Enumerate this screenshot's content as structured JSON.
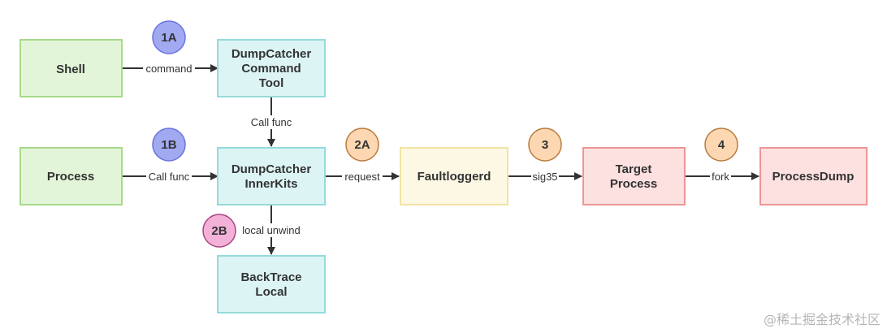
{
  "nodes": {
    "shell": {
      "label": "Shell",
      "color": "green"
    },
    "cmd_tool": {
      "label": "DumpCatcher Command Tool",
      "color": "cyan"
    },
    "process": {
      "label": "Process",
      "color": "green"
    },
    "innerkits": {
      "label": "DumpCatcher InnerKits",
      "color": "cyan"
    },
    "faultloggerd": {
      "label": "Faultloggerd",
      "color": "yellow"
    },
    "target": {
      "label": "Target Process",
      "color": "red"
    },
    "processdump": {
      "label": "ProcessDump",
      "color": "red"
    },
    "backtrace": {
      "label": "BackTrace Local",
      "color": "cyan"
    }
  },
  "edges": {
    "shell_cmd": "command",
    "cmd_inner": "Call func",
    "process_inner": "Call func",
    "inner_fault": "request",
    "fault_target": "sig35",
    "target_dump": "fork",
    "inner_backtrace": "local unwind"
  },
  "badges": {
    "b1a": "1A",
    "b1b": "1B",
    "b2a": "2A",
    "b2b": "2B",
    "b3": "3",
    "b4": "4"
  },
  "watermark": "@稀土掘金技术社区",
  "colors": {
    "green_fill": "#e3f5d8",
    "green_stroke": "#a8d98a",
    "cyan_fill": "#dcf4f4",
    "cyan_stroke": "#96dada",
    "yellow_fill": "#fdf8e4",
    "yellow_stroke": "#f2e3a3",
    "red_fill": "#fde0e0",
    "red_stroke": "#ec9696",
    "badge_blue_fill": "#a1a9f1",
    "badge_blue_stroke": "#6a74de",
    "badge_orange_fill": "#fcd7b2",
    "badge_orange_stroke": "#b97b3e",
    "badge_pink_fill": "#f4b1d8",
    "badge_pink_stroke": "#a84480",
    "edge": "#333333"
  }
}
